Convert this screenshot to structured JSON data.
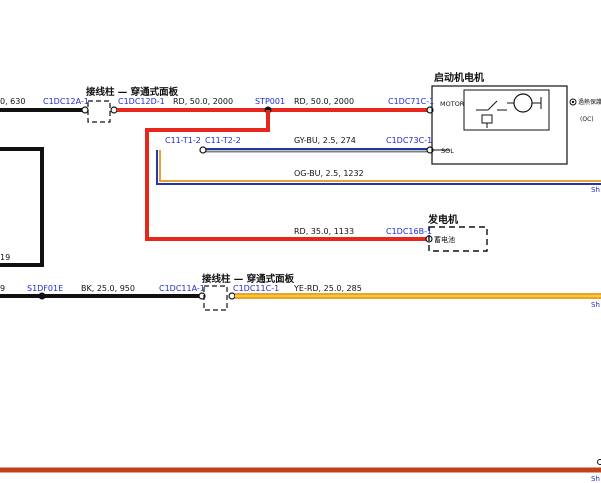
{
  "colors": {
    "red": "#e8271c",
    "black": "#111111",
    "blue_connector": "#1f2bd6",
    "wire_blue": "#1e3aa8",
    "wire_gray": "#808080",
    "wire_orange": "#f0a030",
    "wire_yellow": "#f2cf2a",
    "wire_brown": "#9b4a1b"
  },
  "labels": {
    "val_0_630": "0, 630",
    "c1dc12a_1": "C1DC12A-1",
    "terminal_block_1": "接线柱 — 穿通式面板",
    "c1dc12d_1": "C1DC12D-1",
    "rd_50_2000_a": "RD, 50.0, 2000",
    "stp001": "STP001",
    "rd_50_2000_b": "RD, 50.0, 2000",
    "c1dc71c_1": "C1DC71C-1",
    "starter_motor_title": "启动机电机",
    "motor": "MOTOR",
    "sol": "SOL",
    "overheat_switch": "過熱保護",
    "oc": "(OC)",
    "c11_t1_2": "C11-T1-2",
    "c11_t2_2": "C11-T2-2",
    "gy_bu": "GY-BU, 2.5, 274",
    "c1dc73c_1": "C1DC73C-1",
    "og_bu": "OG-BU, 2.5, 1232",
    "sh_1": "Sh",
    "generator_title": "发电机",
    "rd_35_1133": "RD, 35.0, 1133",
    "c1dc16b_1": "C1DC16B-1",
    "battery": "蓄电池",
    "num_19": "19",
    "terminal_block_2": "接线柱 — 穿通式面板",
    "num_9": "9",
    "s1df01e": "S1DF01E",
    "bk_25_950": "BK, 25.0, 950",
    "c1dc11a_1": "C1DC11A-1",
    "c1dc11c_1": "C1DC11C-1",
    "ye_rd": "YE-RD, 25.0, 285",
    "sh_2": "Sh",
    "sh_3": "Sh"
  }
}
